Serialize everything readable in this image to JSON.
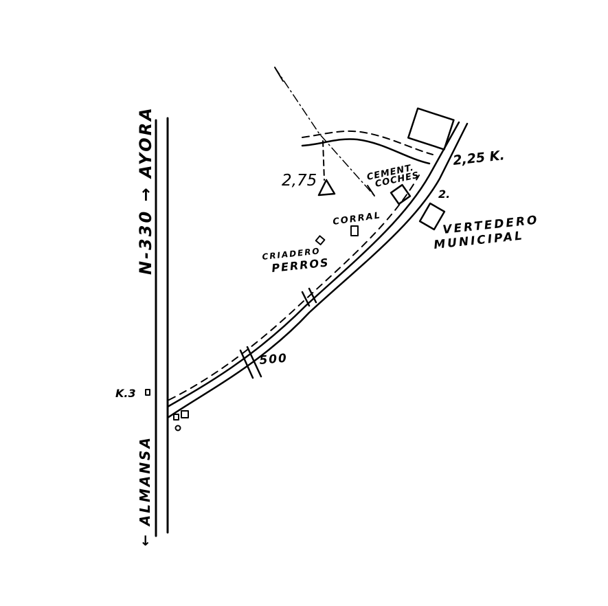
{
  "map": {
    "road_n330_label": "N-330 → AYORA",
    "road_almansa_label": "← ALMANSA",
    "km3_label": "K.3",
    "marker_500_label": "500",
    "elev_275_label": "2,75",
    "km225_label": "2,25 K.",
    "km2_label": "2.",
    "cemetery_label_line1": "CEMENT.",
    "cemetery_label_line2": "COCHES",
    "corral_label": "CORRAL",
    "kennel_label_line1": "CRIADERO",
    "kennel_label_line2": "PERROS",
    "dump_label_line1": "VERTEDERO",
    "dump_label_line2": "MUNICIPAL"
  },
  "colors": {
    "ink": "#000000",
    "paper": "#ffffff"
  },
  "icons": [
    "triangle-survey-marker-icon",
    "building-square-icon"
  ]
}
